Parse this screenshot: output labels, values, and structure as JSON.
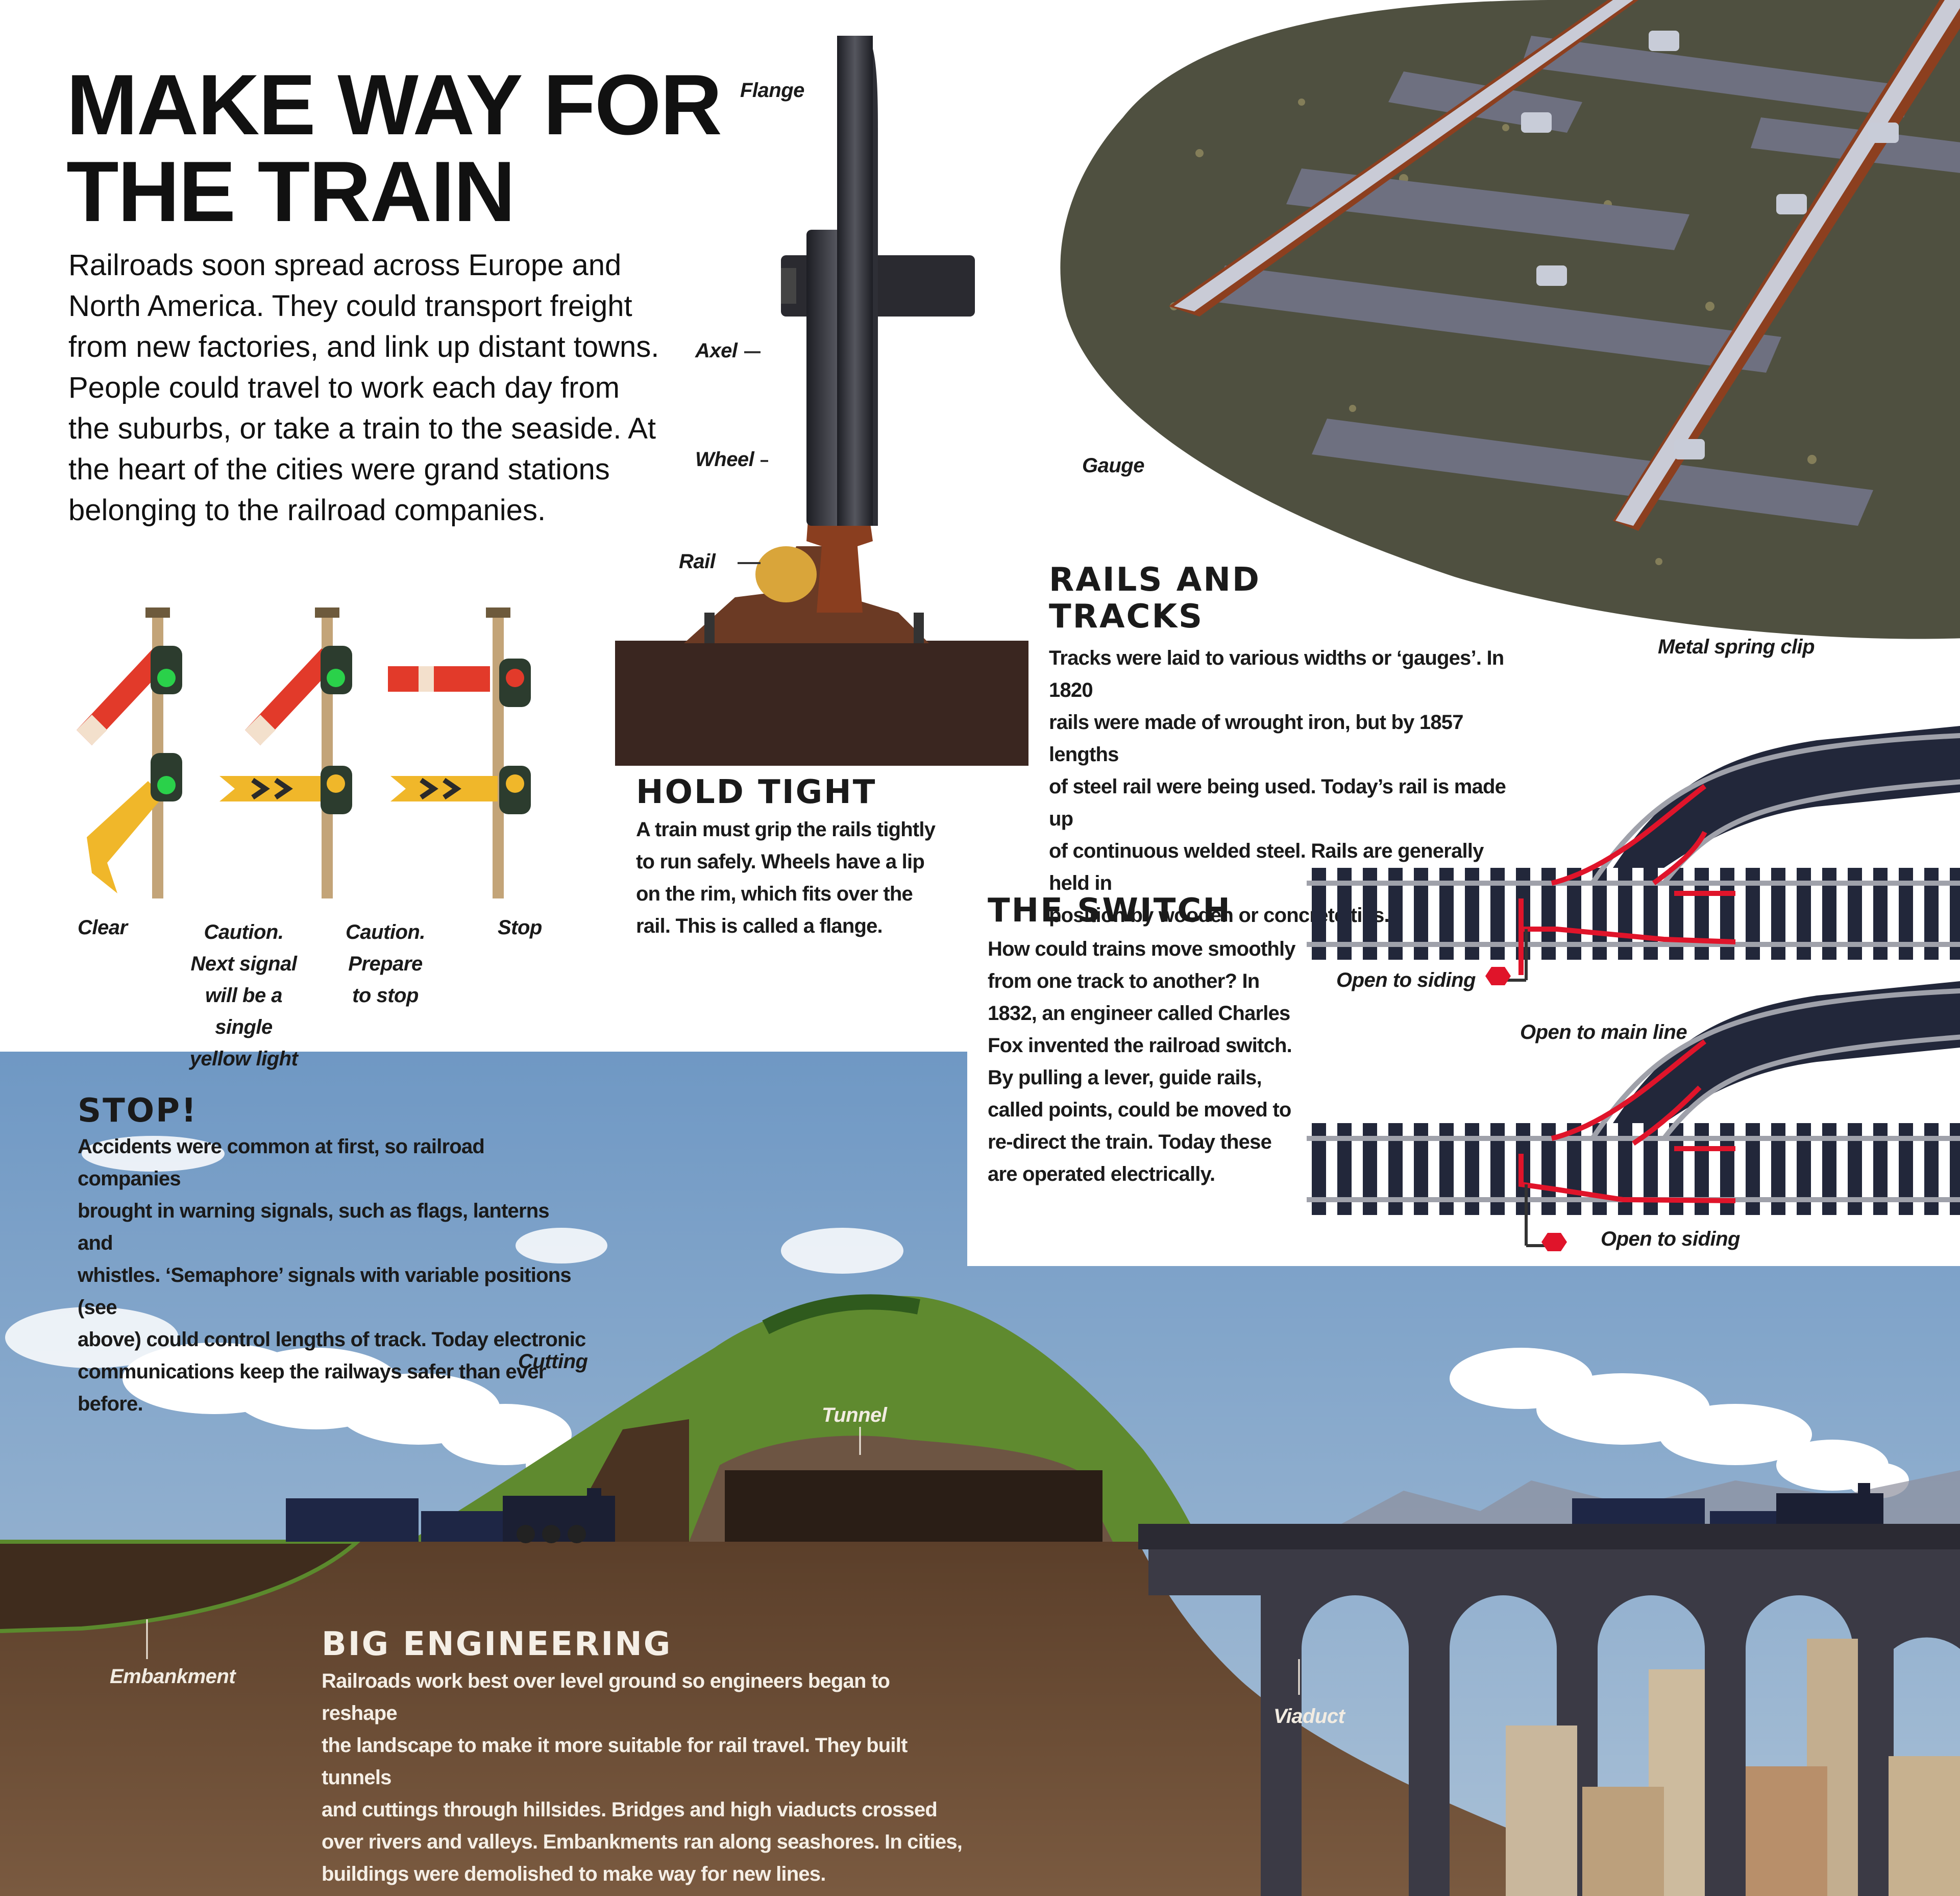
{
  "title_lines": [
    "MAKE WAY FOR",
    "THE TRAIN"
  ],
  "intro": "Railroads soon spread across Europe and North America. They could transport freight from new factories, and link up distant towns. People could travel to work each day from the suburbs, or take a train to the seaside. At the heart of the cities were grand stations belonging to the railroad companies.",
  "wheel_labels": {
    "flange": "Flange",
    "axel": "Axel",
    "wheel": "Wheel",
    "rail": "Rail"
  },
  "signals": {
    "clear": "Clear",
    "caution_single": [
      "Caution.",
      "Next signal",
      "will be a single",
      "yellow light"
    ],
    "caution_prepare": [
      "Caution.",
      "Prepare",
      "to stop"
    ],
    "stop": "Stop"
  },
  "hold_tight": {
    "heading": "HOLD TIGHT",
    "lines": [
      "A train must grip the rails tightly",
      "to run safely. Wheels have a lip",
      "on the rim, which fits over the",
      "rail. This is called a flange."
    ]
  },
  "track_labels": {
    "gauge": "Gauge",
    "clip": "Metal spring clip"
  },
  "rails_tracks": {
    "heading_lines": [
      "RAILS AND",
      "TRACKS"
    ],
    "lines": [
      "Tracks were laid to various widths or ‘gauges’. In 1820",
      "rails were made of wrought iron, but by 1857 lengths",
      "of steel rail were being used. Today’s rail is made up",
      "of continuous welded steel. Rails are generally held in",
      "position by wooden or concrete ties."
    ]
  },
  "switch": {
    "heading": "THE SWITCH",
    "lines": [
      "How could trains move smoothly",
      "from one track to another? In",
      "1832, an engineer called Charles",
      "Fox invented the railroad switch.",
      "By pulling a lever, guide rails,",
      "called points, could be moved to",
      "re-direct the train. Today these",
      "are operated electrically."
    ],
    "label_siding_top": "Open to siding",
    "label_main": "Open to main line",
    "label_siding_bottom": "Open to siding"
  },
  "stop": {
    "heading": "STOP!",
    "lines": [
      "Accidents were common at first, so railroad companies",
      "brought in warning signals, such as flags, lanterns and",
      "whistles. ‘Semaphore’ signals with variable positions (see",
      "above) could control lengths of track.  Today electronic",
      "communications keep the railways safer than ever before."
    ]
  },
  "landscape_labels": {
    "cutting": "Cutting",
    "tunnel": "Tunnel",
    "embankment": "Embankment",
    "viaduct": "Viaduct"
  },
  "big_engineering": {
    "heading": "BIG ENGINEERING",
    "lines": [
      "Railroads work best over level ground so engineers began to reshape",
      "the landscape to make it more suitable for rail travel. They built tunnels",
      "and cuttings through hillsides. Bridges and high viaducts crossed",
      "over rivers and valleys. Embankments ran along seashores. In cities,",
      "buildings were demolished to make way for new lines."
    ]
  },
  "colors": {
    "sky": "#86a9cc",
    "earth": "#6e5138",
    "grass": "#5f8a2f",
    "signal_red": "#e23a2a",
    "signal_yellow": "#f0b72a",
    "rail_red": "#e0142a"
  }
}
